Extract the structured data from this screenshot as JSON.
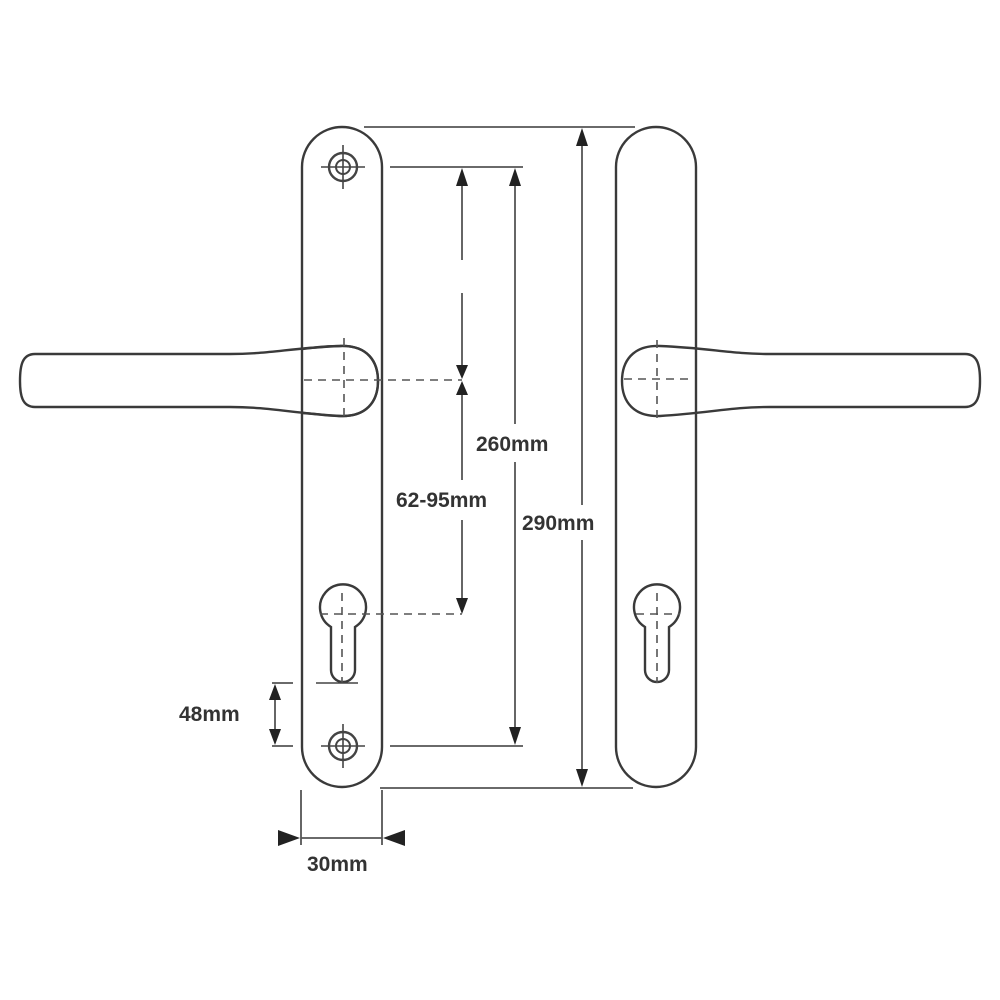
{
  "diagram": {
    "subject": "Door handle backplate dimensions",
    "dimensions": {
      "backplate_length": "290mm",
      "screw_centres": "260mm",
      "pz_centres": "62-95mm",
      "screw_to_cylinder": "48mm",
      "backplate_width": "30mm"
    },
    "colors": {
      "line": "#3a3a3a",
      "text": "#333333",
      "background": "#ffffff"
    }
  }
}
